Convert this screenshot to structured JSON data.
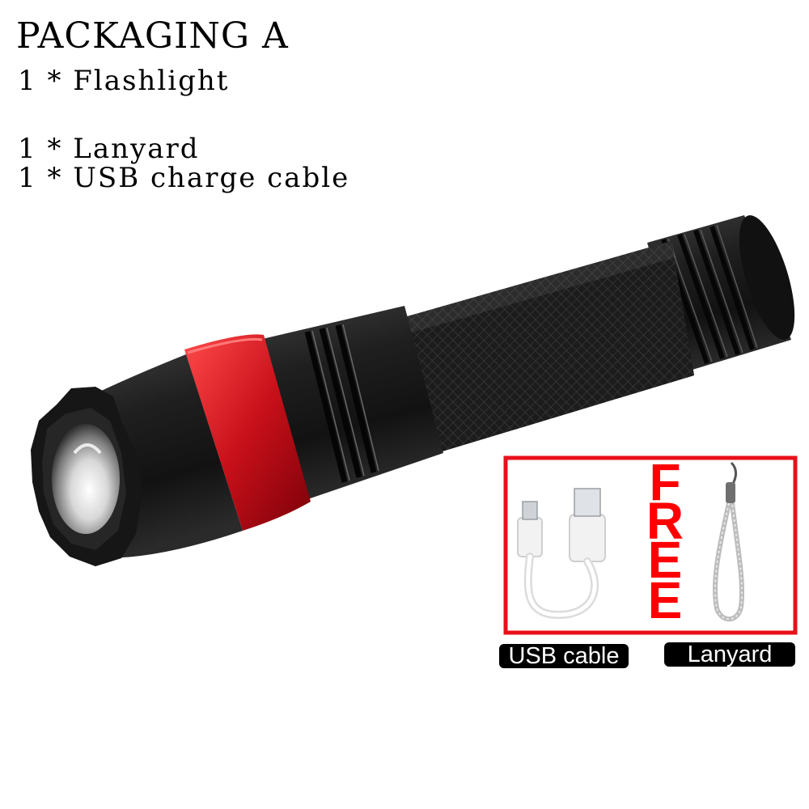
{
  "header": {
    "title": "PACKAGING A",
    "items": [
      "1 * Flashlight",
      "1 * Lanyard",
      "1 * USB charge cable"
    ]
  },
  "promo": {
    "free_text": "FREE",
    "free_color": "#ff0000",
    "usb_label": "USB cable",
    "lanyard_label": "Lanyard"
  },
  "colors": {
    "body": "#1b1b1b",
    "bezel_ring": "#d3161f",
    "frame": "#e8101a"
  }
}
